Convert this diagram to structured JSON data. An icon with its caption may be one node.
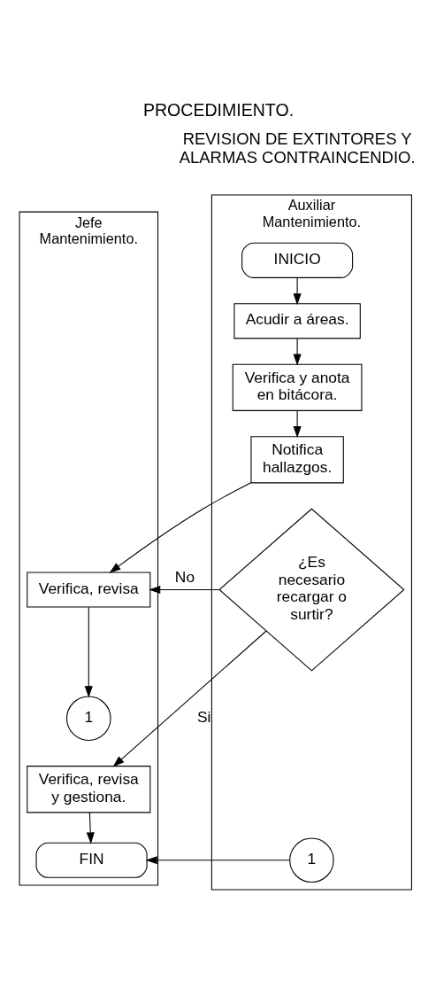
{
  "diagram": {
    "title": "PROCEDIMIENTO.",
    "nodes": [
      {
        "text": [
          "Auxiliar Mantenimiento."
        ]
      },
      {
        "text": [
          "Jefe Mantenimiento."
        ]
      },
      {
        "text": [
          "INICIO"
        ],
        "in": 0
      },
      {
        "text": [
          "Acudir a áreas."
        ],
        "in": 0
      },
      {
        "text": [
          "Verifica y anota en bitácora."
        ],
        "in": 0
      },
      {
        "text": [
          "Notifica hallazgos."
        ],
        "in": 0
      },
      {
        "text": [
          "¿Es necesario recargar o surtir?"
        ],
        "in": 0
      },
      {
        "text": [
          "Verifica, revisa"
        ],
        "in": 1
      },
      {
        "text": [
          "1"
        ],
        "in": 1
      },
      {
        "text": [
          "Verifica, revisa y gestiona."
        ],
        "in": 1
      },
      {
        "text": [
          "1"
        ],
        "in": 0
      },
      {
        "text": [
          "FIN"
        ],
        "in": 1
      }
    ],
    "edges": [
      {
        "from": 2,
        "to": 3,
        "arrow": "to"
      },
      {
        "from": 3,
        "to": 4,
        "arrow": "to"
      },
      {
        "from": 4,
        "to": 5,
        "arrow": "to"
      },
      {
        "from": 5,
        "to": 7,
        "arrow": "to"
      },
      {
        "from": 6,
        "to": 7,
        "arrow": "to",
        "label": "No"
      },
      {
        "from": 7,
        "to": 8,
        "arrow": "to"
      },
      {
        "from": 6,
        "to": 9,
        "arrow": "to",
        "label": "Si"
      },
      {
        "from": 9,
        "to": 11,
        "arrow": "to"
      },
      {
        "from": 10,
        "to": 11,
        "arrow": "to"
      }
    ],
    "labels": [
      "REVISION DE EXTINTORES Y ALARMAS CONTRAINCENDIO."
    ]
  }
}
